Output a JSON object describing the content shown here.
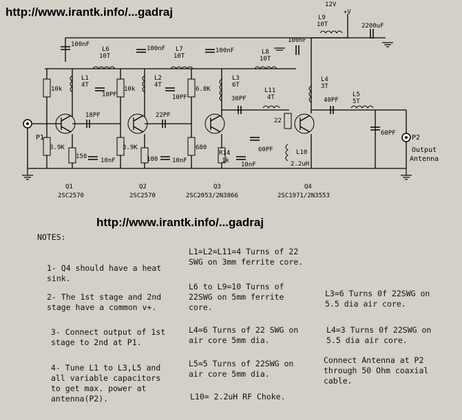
{
  "urls": {
    "top": "http://www.irantk.info/...gadraj",
    "middle": "http://www.irantk.info/...gadraj"
  },
  "supply": {
    "voltage": "12V",
    "symbol": "+V"
  },
  "ports": {
    "p1": "P1",
    "p2": "P2",
    "output_line1": "Output",
    "output_line2": "Antenna"
  },
  "components": {
    "c_100nf_1": "100nF",
    "c_100nf_2": "100nF",
    "c_100nf_3": "100nF",
    "c_100nf_4": "100nF",
    "c_2200uf": "2200uF",
    "l6_name": "L6",
    "l6_val": "10T",
    "l7_name": "L7",
    "l7_val": "10T",
    "l8_name": "L8",
    "l8_val": "10T",
    "l9_name": "L9",
    "l9_val": "10T",
    "l1_name": "L1",
    "l1_val": "4T",
    "l2_name": "L2",
    "l2_val": "4T",
    "l3_name": "L3",
    "l3_val": "6T",
    "l4_name": "L4",
    "l4_val": "3T",
    "l11_name": "L11",
    "l11_val": "4T",
    "l5_name": "L5",
    "l5_val": "5T",
    "l10_name": "L10",
    "l10_val": "2.2uH",
    "c_10pf_1": "10PF",
    "c_10pf_2": "10PF",
    "c_18pf": "18PF",
    "c_22pf": "22PF",
    "c_30pf": "30PF",
    "c_40pf": "40PF",
    "c_60pf_1": "60PF",
    "c_60pf_2": "60PF",
    "c_10nf_1": "10nF",
    "c_10nf_2": "10nF",
    "c_10nf_3": "10nF",
    "r_10k_1": "10k",
    "r_10k_2": "10k",
    "r_6_8k": "6.8K",
    "r_3_9k_1": "3.9K",
    "r_3_9k_2": "3.9K",
    "r_150": "150",
    "r_100": "100",
    "r_680": "680",
    "r14_name": "R14",
    "r14_val": "1k",
    "r_22": "22"
  },
  "transistors": {
    "q1": "Q1",
    "q1_part": "2SC2570",
    "q2": "Q2",
    "q2_part": "2SC2570",
    "q3": "Q3",
    "q3_part": "2SC2053/2N3866",
    "q4": "Q4",
    "q4_part": "2SC1971/2N3553"
  },
  "notes": {
    "heading": "NOTES:",
    "n1": "1- Q4 should have a heat\nsink.",
    "n2": "2- The 1st stage and 2nd\nstage have a common v+.",
    "n3": "3- Connect output of 1st\nstage to 2nd at P1.",
    "n4": "4- Tune L1 to L3,L5 and\nall variable capacitors\nto get max. power at\nantenna(P2).",
    "coil_l1": "L1=L2=L11=4 Turns of 22\nSWG on 3mm ferrite core.",
    "coil_l6": "L6 to L9=10 Turns of\n22SWG on 5mm ferrite\ncore.",
    "coil_l4a": "L4=6 Turns of 22 SWG on\nair core 5mm dia.",
    "coil_l5": "L5=5 Turns of 22SWG on\nair core 5mm dia.",
    "coil_l10": "L10= 2.2uH RF Choke.",
    "coil_l3": "L3=6 Turns 0f 22SWG on\n5.5 dia air core.",
    "coil_l4b": "L4=3 Turns 0f 22SWG on\n5.5 dia air core.",
    "antenna": "Connect Antenna at P2\nthrough 50 Ohm coaxial\ncable."
  }
}
